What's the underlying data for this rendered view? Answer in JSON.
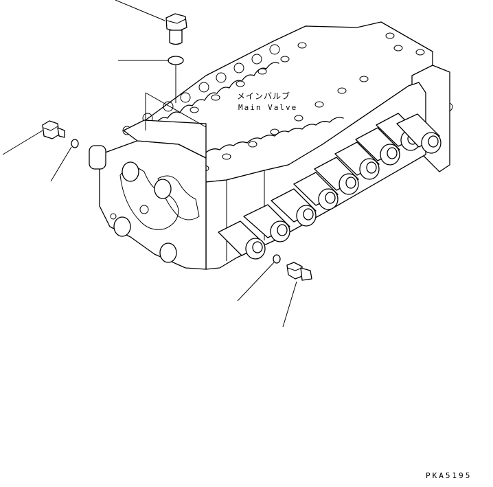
{
  "labels": {
    "main_valve_jp": "メインバルブ",
    "main_valve_en": "Main Valve",
    "drawing_code": "PKA5195"
  },
  "colors": {
    "line": "#000000",
    "background": "#ffffff"
  }
}
